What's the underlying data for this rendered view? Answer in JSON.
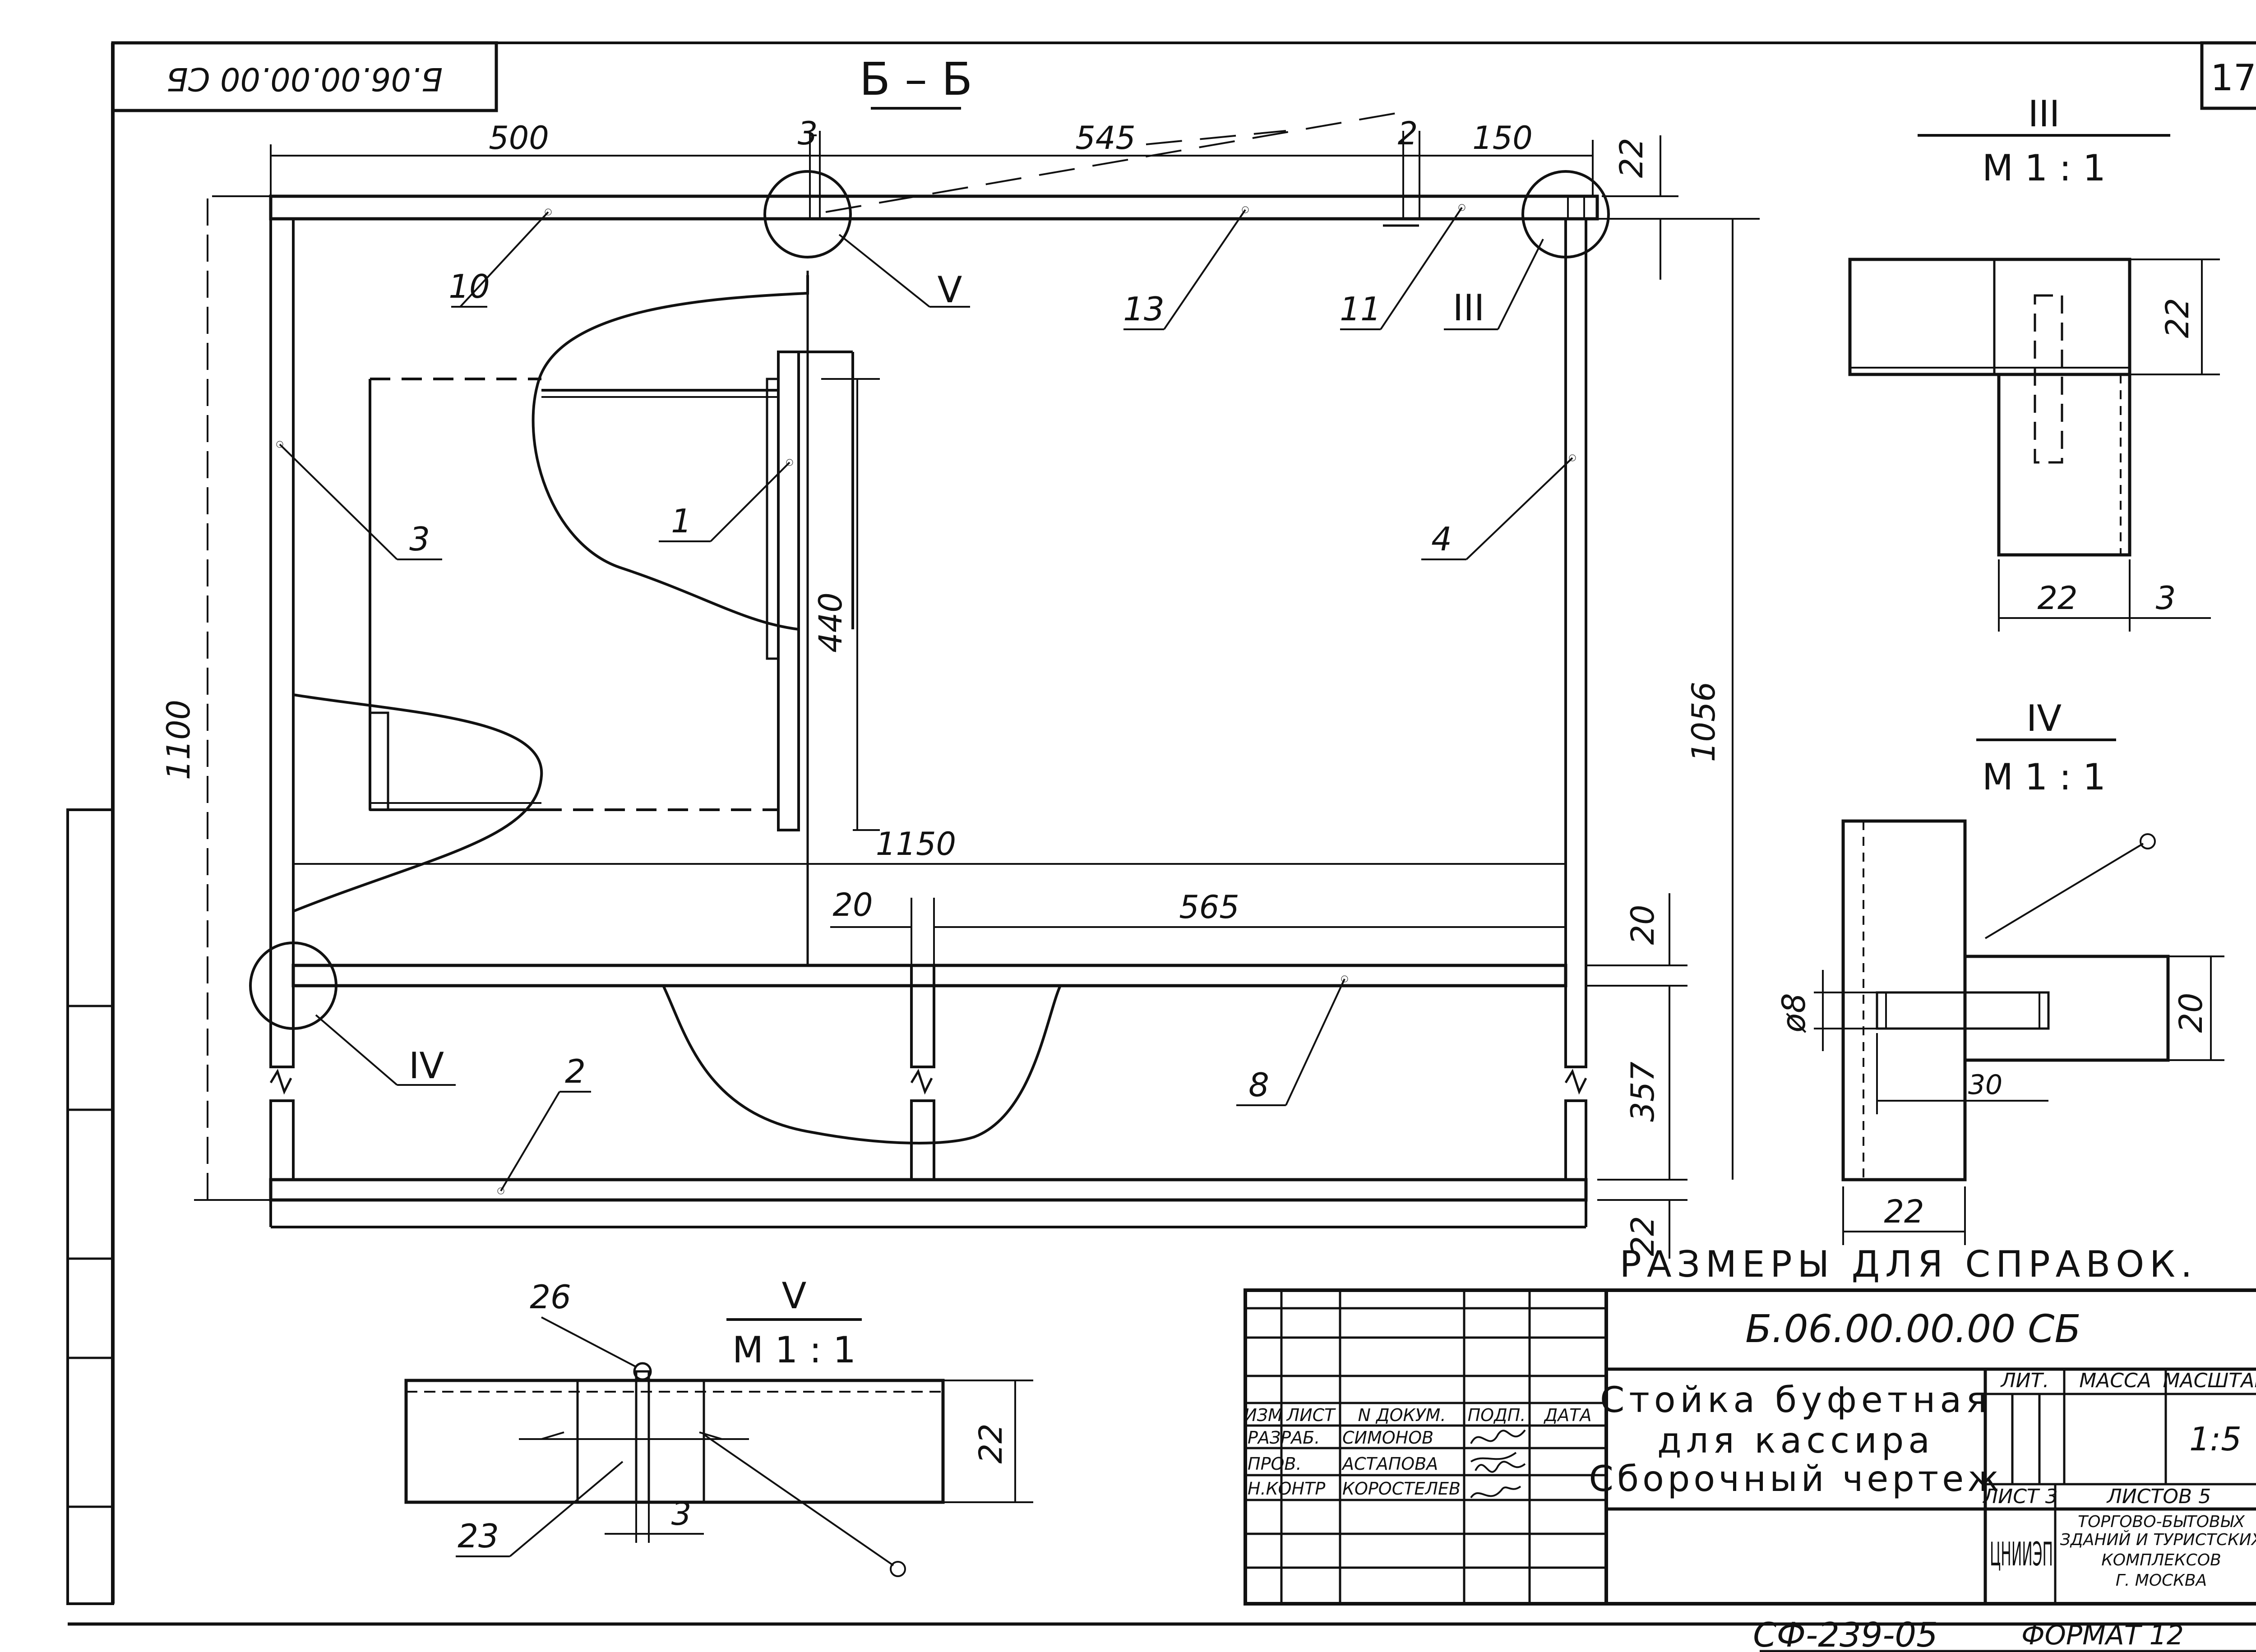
{
  "sheet": {
    "sheet_number": "17",
    "stamp_rotated": "Б.06.00.00.00 СБ",
    "footer_code": "СФ-239-05",
    "footer_format": "ФОРМАТ 12"
  },
  "main_view": {
    "section_title": "Б – Б",
    "dimensions": {
      "d500": "500",
      "d3": "3",
      "d545": "545",
      "d2": "2",
      "d150": "150",
      "d22_top": "22",
      "d1100": "1100",
      "d1056": "1056",
      "d440": "440",
      "d1150": "1150",
      "d20_left": "20",
      "d565": "565",
      "d20_right": "20",
      "d357": "357",
      "d22_bottom": "22"
    },
    "callouts": {
      "c10": "10",
      "cV": "V",
      "c13": "13",
      "c11": "11",
      "cIII": "III",
      "c3": "3",
      "c1": "1",
      "c4": "4",
      "cIV": "IV",
      "c2": "2",
      "c8": "8"
    }
  },
  "detail_III": {
    "title": "III",
    "scale": "М 1 : 1",
    "dim22_v": "22",
    "dim22_h": "22",
    "dim3": "3"
  },
  "detail_IV": {
    "title": "IV",
    "scale": "М 1 : 1",
    "dim_d8": "ø8",
    "dim20": "20",
    "dim30": "30",
    "dim22": "22"
  },
  "detail_V": {
    "title": "V",
    "scale": "М 1 : 1",
    "pos26": "26",
    "pos23": "23",
    "dim22": "22",
    "dim3": "3"
  },
  "note": "РАЗМЕРЫ ДЛЯ СПРАВОК.",
  "title_block": {
    "designation": "Б.06.00.00.00 СБ",
    "name_line1": "Стойка буфетная",
    "name_line2": "для кассира",
    "name_line3": "Сборочный чертеж",
    "col_lit": "ЛИТ.",
    "col_mass": "МАССА",
    "col_scale": "МАСШТАБ",
    "scale_value": "1:5",
    "sheet_label": "ЛИСТ 3",
    "sheets_label": "ЛИСТОВ 5",
    "org_logo": "ЦНИИЭП",
    "org_line1": "ТОРГОВО-БЫТОВЫХ",
    "org_line2": "ЗДАНИЙ И ТУРИСТСКИХ",
    "org_line3": "КОМПЛЕКСОВ",
    "org_line4": "Г. МОСКВА",
    "rev_headers": [
      "ИЗМ",
      "ЛИСТ",
      "N ДОКУМ.",
      "ПОДП.",
      "ДАТА"
    ],
    "roles": [
      {
        "role": "РАЗРАБ.",
        "name": "СИМОНОВ"
      },
      {
        "role": "ПРОВ.",
        "name": "АСТАПОВА"
      },
      {
        "role": "Н.КОНТР",
        "name": "КОРОСТЕЛЕВ"
      }
    ]
  }
}
